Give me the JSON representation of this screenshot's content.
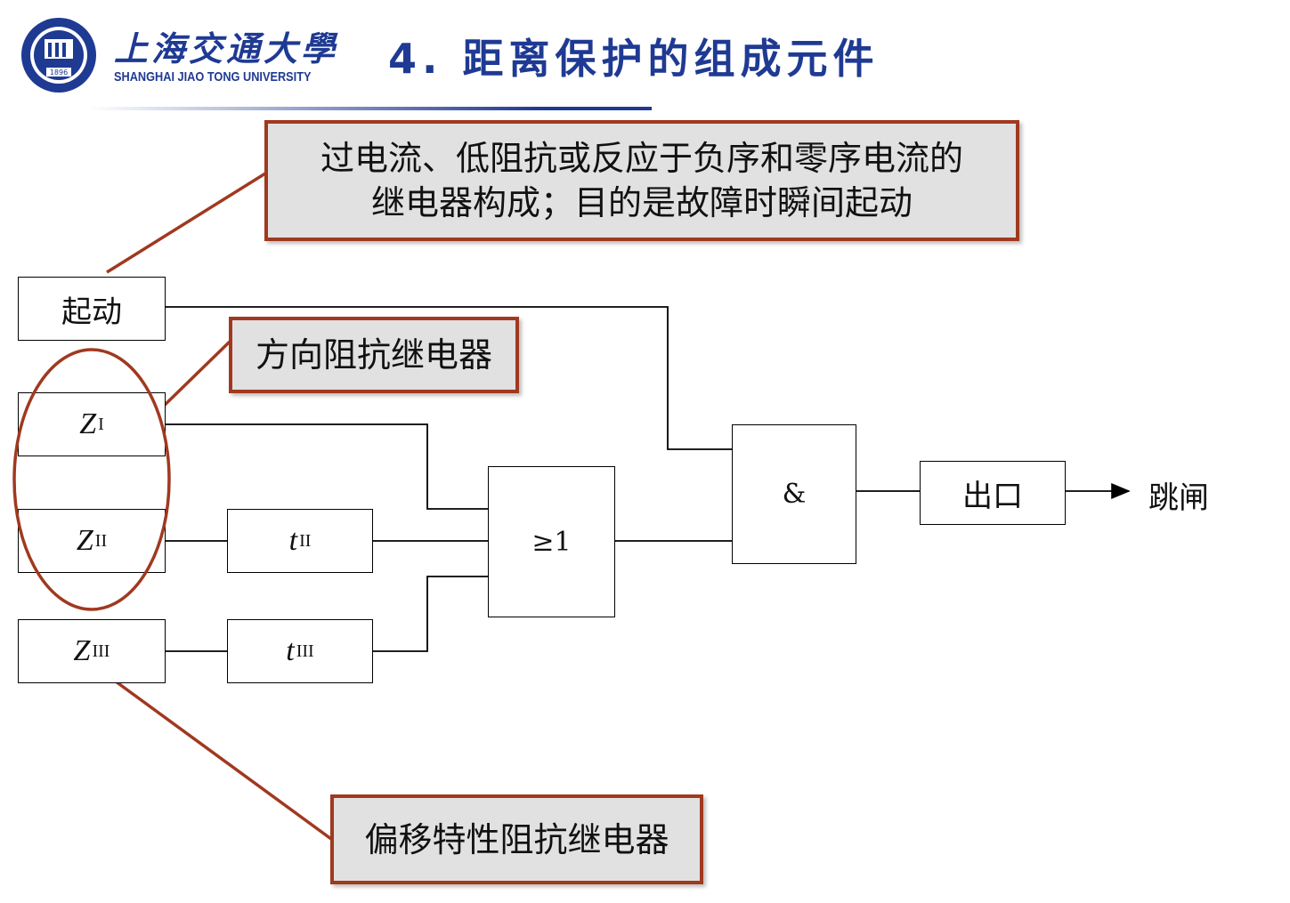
{
  "header": {
    "university_cn": "上海交通大學",
    "university_en": "SHANGHAI JIAO TONG UNIVERSITY",
    "seal_year": "1896",
    "slide_title": "4. 距离保护的组成元件"
  },
  "diagram": {
    "start_block": "起动",
    "zone1": {
      "symbol": "Z",
      "sub": "I"
    },
    "zone2": {
      "symbol": "Z",
      "sub": "II"
    },
    "zone3": {
      "symbol": "Z",
      "sub": "III"
    },
    "timer2": {
      "symbol": "t",
      "sub": "II"
    },
    "timer3": {
      "symbol": "t",
      "sub": "III"
    },
    "or_gate": "≥1",
    "and_gate": "&",
    "output_block": "出口",
    "trip_label": "跳闸"
  },
  "callouts": {
    "startup_line1": "过电流、低阻抗或反应于负序和零序电流的",
    "startup_line2": "继电器构成；目的是故障时瞬间起动",
    "directional": "方向阻抗继电器",
    "offset": "偏移特性阻抗继电器"
  },
  "colors": {
    "brand_blue": "#1f3a93",
    "callout_border": "#a0391f",
    "callout_fill": "#e1e1e1"
  }
}
